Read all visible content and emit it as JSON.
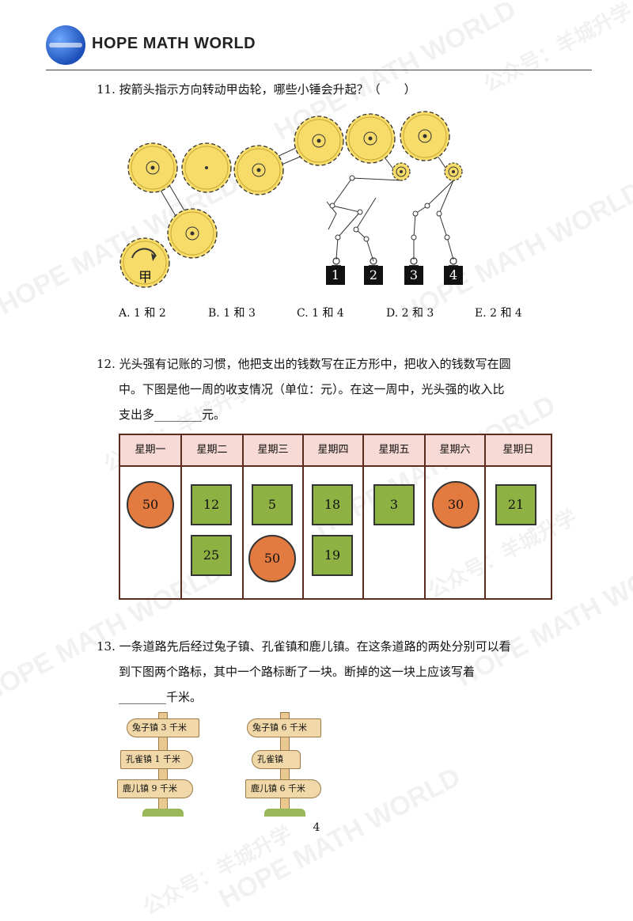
{
  "header": {
    "brand": "HOPE MATH WORLD"
  },
  "watermarks": [
    "HOPE MATH WORLD",
    "公众号：羊城升学"
  ],
  "q11": {
    "text": "11. 按箭头指示方向转动甲齿轮，哪些小锤会升起？（　　）",
    "gear_label": "甲",
    "hammers": [
      "1",
      "2",
      "3",
      "4"
    ],
    "choices": [
      "A. 1 和 2",
      "B. 1 和 3",
      "C. 1 和 4",
      "D. 2 和 3",
      "E. 2 和 4"
    ]
  },
  "q12": {
    "line1": "12. 光头强有记账的习惯，他把支出的钱数写在正方形中，把收入的钱数写在圆",
    "line2": "中。下图是他一周的收支情况（单位：元）。在这一周中，光头强的收入比",
    "line3": "支出多________元。",
    "days": [
      {
        "name": "星期一",
        "items": [
          {
            "shape": "circle",
            "value": "50"
          }
        ]
      },
      {
        "name": "星期二",
        "items": [
          {
            "shape": "square",
            "value": "12"
          },
          {
            "shape": "square",
            "value": "25"
          }
        ]
      },
      {
        "name": "星期三",
        "items": [
          {
            "shape": "square",
            "value": "5"
          },
          {
            "shape": "circle",
            "value": "50"
          }
        ]
      },
      {
        "name": "星期四",
        "items": [
          {
            "shape": "square",
            "value": "18"
          },
          {
            "shape": "square",
            "value": "19"
          }
        ]
      },
      {
        "name": "星期五",
        "items": [
          {
            "shape": "square",
            "value": "3"
          }
        ]
      },
      {
        "name": "星期六",
        "items": [
          {
            "shape": "circle",
            "value": "30"
          }
        ]
      },
      {
        "name": "星期日",
        "items": [
          {
            "shape": "square",
            "value": "21"
          }
        ]
      }
    ],
    "colors": {
      "square": "#8db243",
      "circle": "#e37a3f",
      "header": "#f7d9d5"
    }
  },
  "q13": {
    "line1": "13. 一条道路先后经过兔子镇、孔雀镇和鹿儿镇。在这条道路的两处分别可以看",
    "line2": "到下图两个路标，其中一个路标断了一块。断掉的这一块上应该写着",
    "line3": "________千米。",
    "signpost1": [
      "兔子镇 3 千米",
      "孔雀镇 1 千米",
      "鹿儿镇 9 千米"
    ],
    "signpost2": [
      "兔子镇 6 千米",
      "孔雀镇",
      "鹿儿镇 6 千米"
    ]
  },
  "page_number": "4"
}
